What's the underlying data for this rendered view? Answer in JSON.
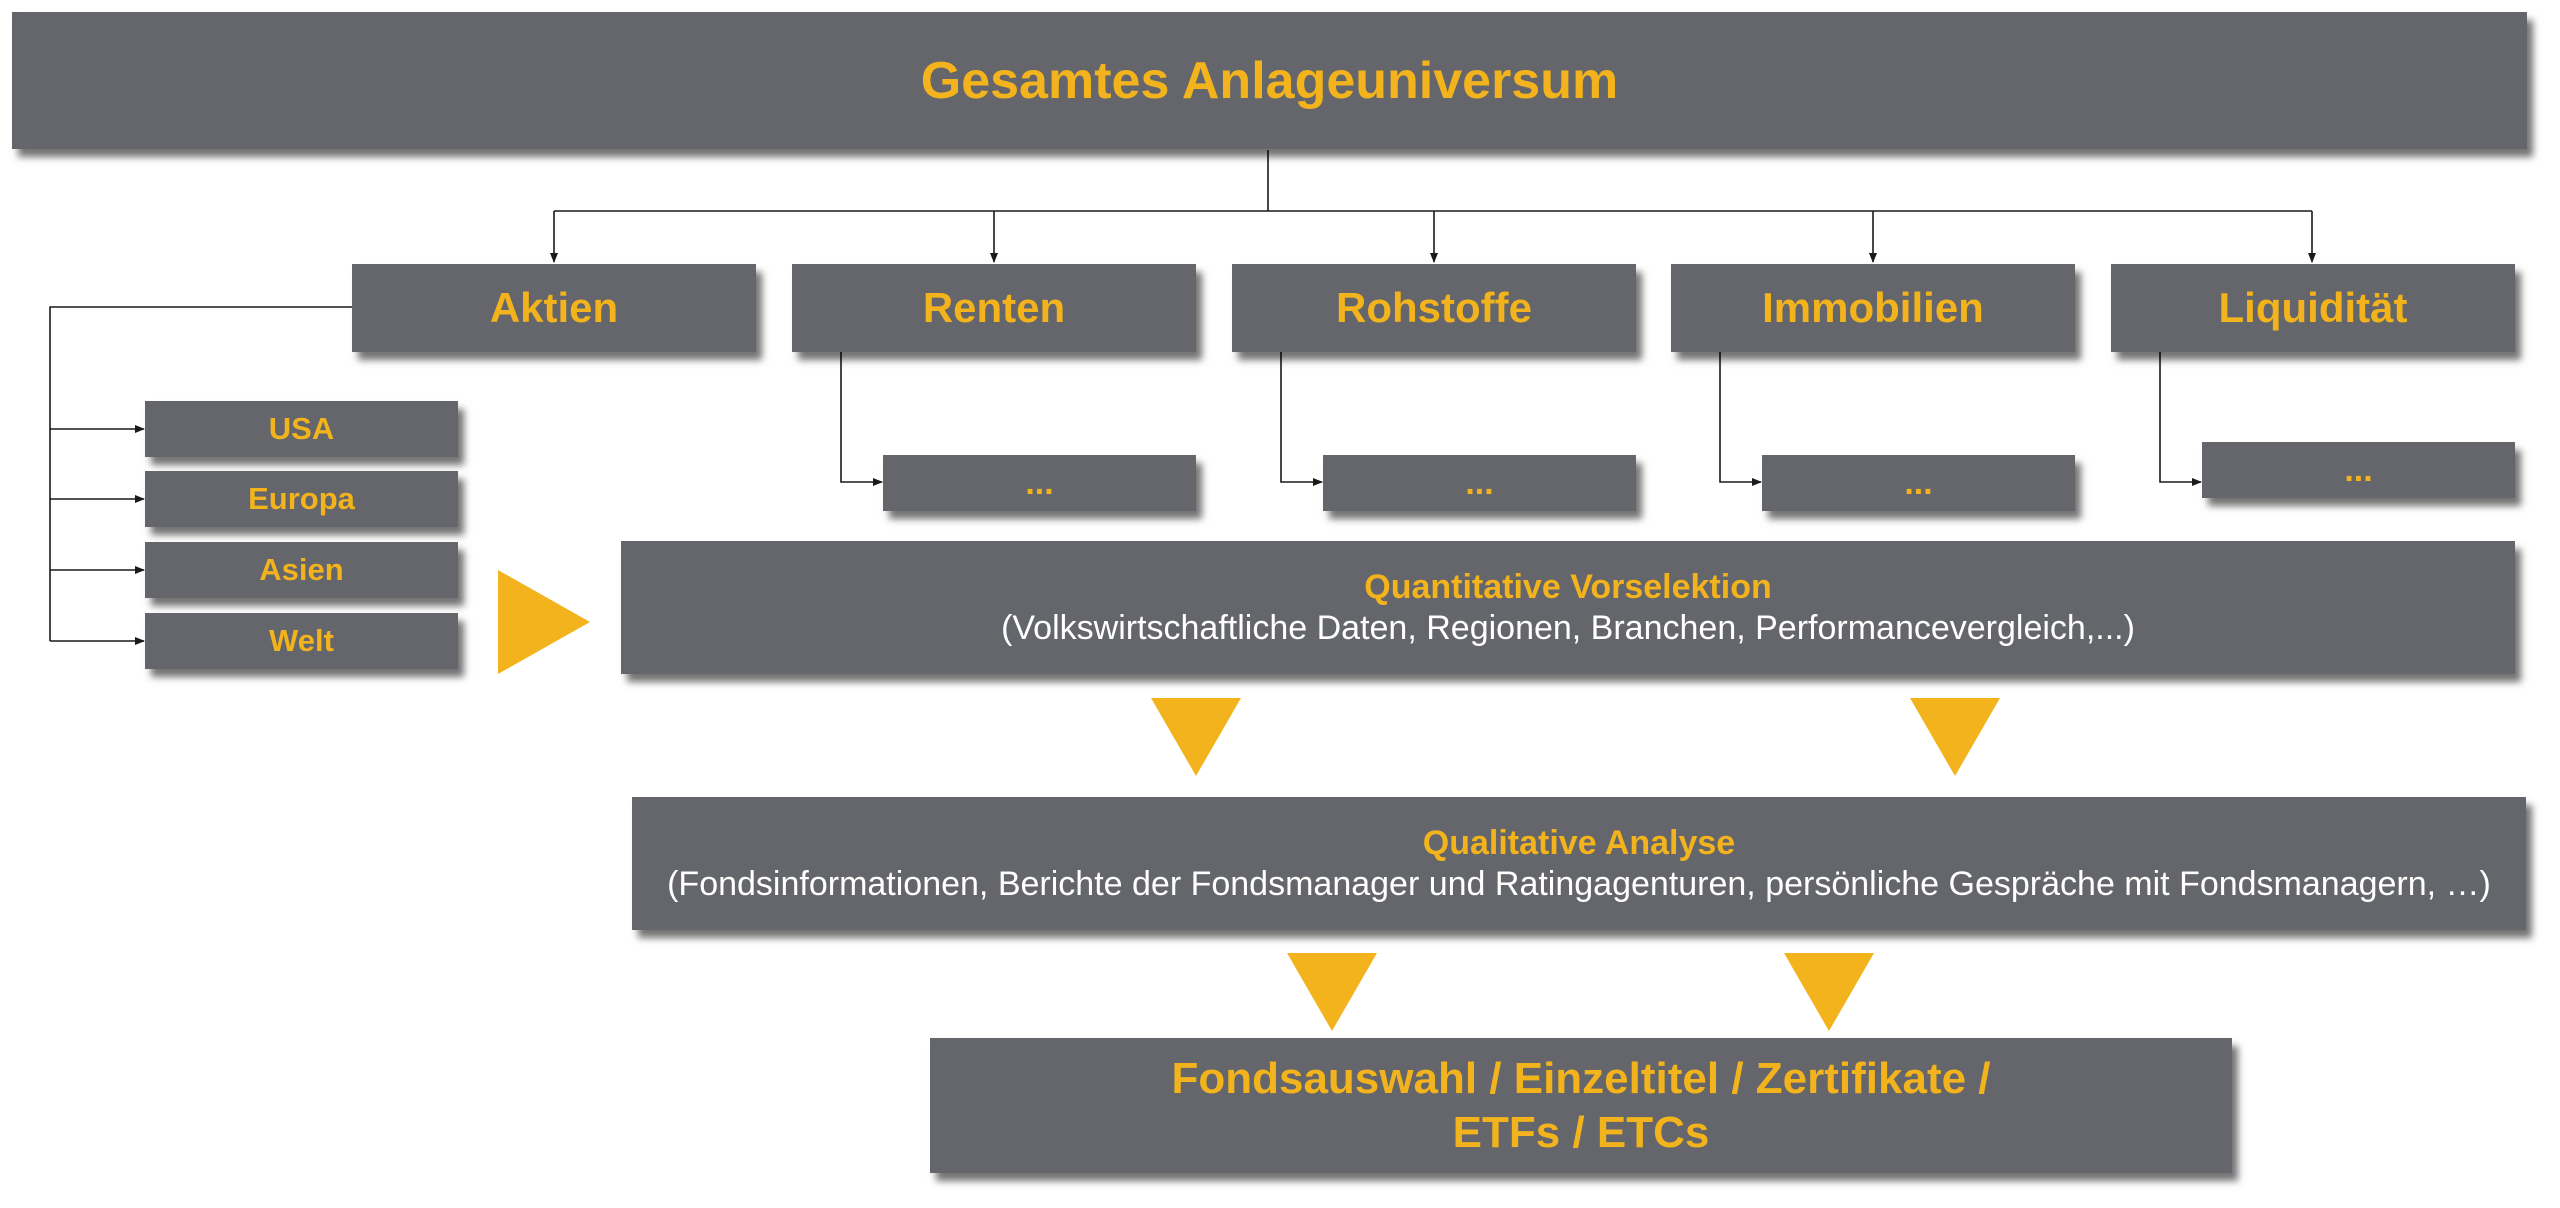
{
  "top": {
    "title": "Gesamtes Anlageuniversum"
  },
  "categories": [
    {
      "label": "Aktien"
    },
    {
      "label": "Renten"
    },
    {
      "label": "Rohstoffe"
    },
    {
      "label": "Immobilien"
    },
    {
      "label": "Liquidität"
    }
  ],
  "aktien_regions": [
    "USA",
    "Europa",
    "Asien",
    "Welt"
  ],
  "sub_placeholders": [
    "...",
    "...",
    "...",
    "..."
  ],
  "quantitative": {
    "title": "Quantitative Vorselektion",
    "subtitle": "(Volkswirtschaftliche Daten, Regionen, Branchen, Performancevergleich,...)"
  },
  "qualitative": {
    "title": "Qualitative Analyse",
    "subtitle": "(Fondsinformationen, Berichte der Fondsmanager und Ratingagenturen, persönliche Gespräche mit Fondsmanagern, …)"
  },
  "result": {
    "line1": "Fondsauswahl / Einzeltitel / Zertifikate /",
    "line2": "ETFs / ETCs"
  },
  "colors": {
    "box": "#64666b",
    "accent": "#f2b31c",
    "connector": "#1a1a1a"
  }
}
